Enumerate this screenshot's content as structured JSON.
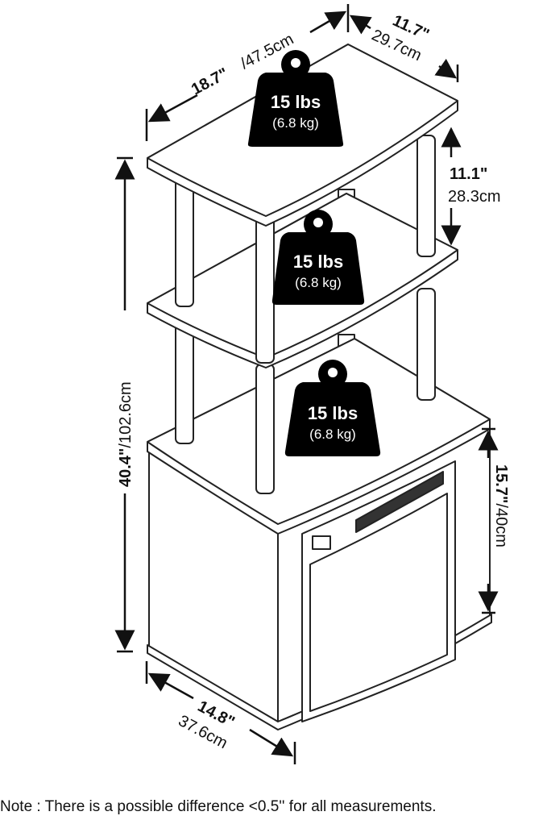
{
  "dimensions": {
    "width_in": "18.7\"",
    "width_cm": "/47.5cm",
    "depth_in": "11.7\"",
    "depth_cm": "29.7cm",
    "shelf_gap_in": "11.1\"",
    "shelf_gap_cm": "28.3cm",
    "height_in": "40.4\"",
    "height_cm": "/102.6cm",
    "cabinet_height_in": "15.7\"",
    "cabinet_height_cm": "/40cm",
    "base_width_in": "14.8\"",
    "base_width_cm": "37.6cm"
  },
  "weights": [
    {
      "lbs": "15 lbs",
      "kg": "(6.8 kg)"
    },
    {
      "lbs": "15 lbs",
      "kg": "(6.8 kg)"
    },
    {
      "lbs": "15 lbs",
      "kg": "(6.8 kg)"
    }
  ],
  "note": "Note : There is a possible difference <0.5'' for all measurements."
}
